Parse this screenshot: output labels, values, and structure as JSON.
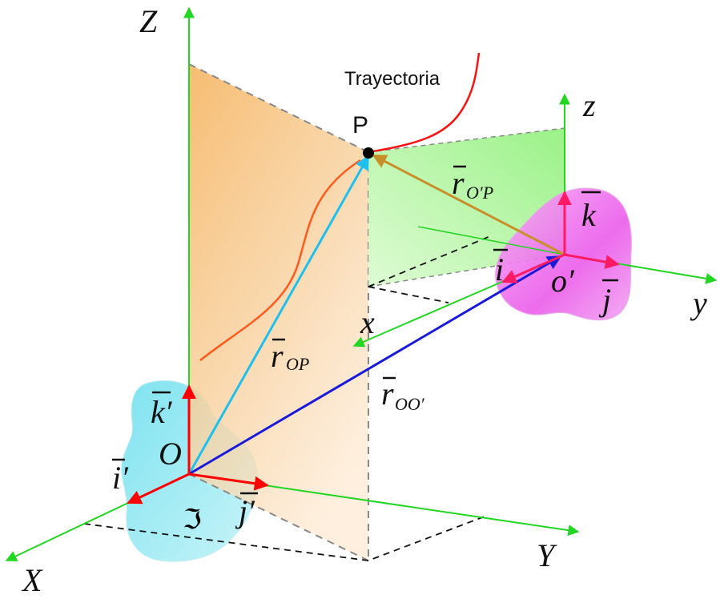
{
  "diagram": {
    "fixed_frame": {
      "axes": {
        "z": "Z",
        "y": "Y",
        "x": "X"
      },
      "origin": "O",
      "frame_symbol": "ℑ",
      "unit_vectors": {
        "k": "k′",
        "i": "i′",
        "j": "j′"
      }
    },
    "moving_frame": {
      "axes": {
        "z": "z",
        "y": "y",
        "x": "x"
      },
      "origin": "o′",
      "unit_vectors": {
        "k": "k",
        "i": "i",
        "j": "j"
      }
    },
    "point": "P",
    "trajectory_label": "Trayectoria",
    "vectors": {
      "r_op": {
        "base": "r",
        "subscript": "OP"
      },
      "r_oop": {
        "base": "r",
        "subscript": "OO′"
      },
      "r_opp": {
        "base": "r",
        "subscript": "O′P"
      }
    },
    "colors": {
      "axes": "#22d622",
      "unit_vectors": "#ff0000",
      "unit_vectors_moving": "#ff1a66",
      "r_op": "#1ec0f0",
      "r_oop": "#1a1adb",
      "r_opp": "#c8902a",
      "trajectory": "#ff1010",
      "trajectory_projection": "#ff5a1e",
      "plane_fixed": "#f7c58a",
      "plane_moving": "#a8f58a",
      "body_fixed": "#9fe8f0",
      "body_moving": "#f07af0",
      "point_label": "#1ec0f0",
      "trajectory_label": "#22e822"
    }
  }
}
